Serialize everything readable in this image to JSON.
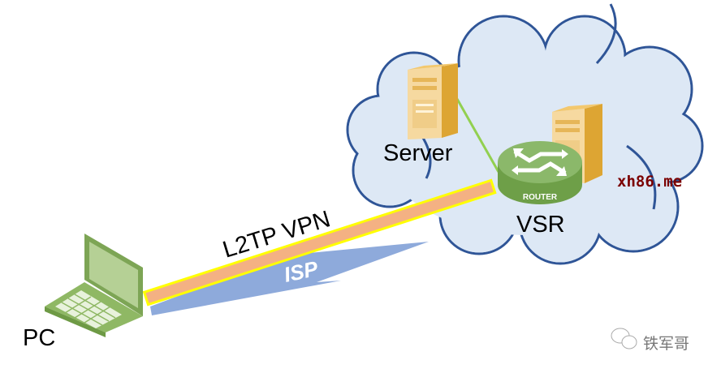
{
  "labels": {
    "server": "Server",
    "vsr": "VSR",
    "pc": "PC",
    "tunnel": "L2TP VPN",
    "isp": "ISP",
    "router_badge": "ROUTER"
  },
  "watermark": {
    "site": "xh86.me",
    "account": "铁军哥"
  },
  "colors": {
    "cloud_fill": "#dde8f5",
    "cloud_stroke": "#2f5597",
    "tunnel_fill": "#f4b183",
    "tunnel_outline": "#ffff00",
    "isp_bolt": "#8eaadb",
    "link": "#92d050",
    "router": "#7daa5a",
    "server": "#e0aa3a",
    "laptop": "#8fb864",
    "site_watermark": "#7b0000"
  },
  "icons": [
    "cloud-icon",
    "server-icon",
    "router-icon",
    "laptop-icon",
    "lightning-icon",
    "wechat-icon"
  ]
}
